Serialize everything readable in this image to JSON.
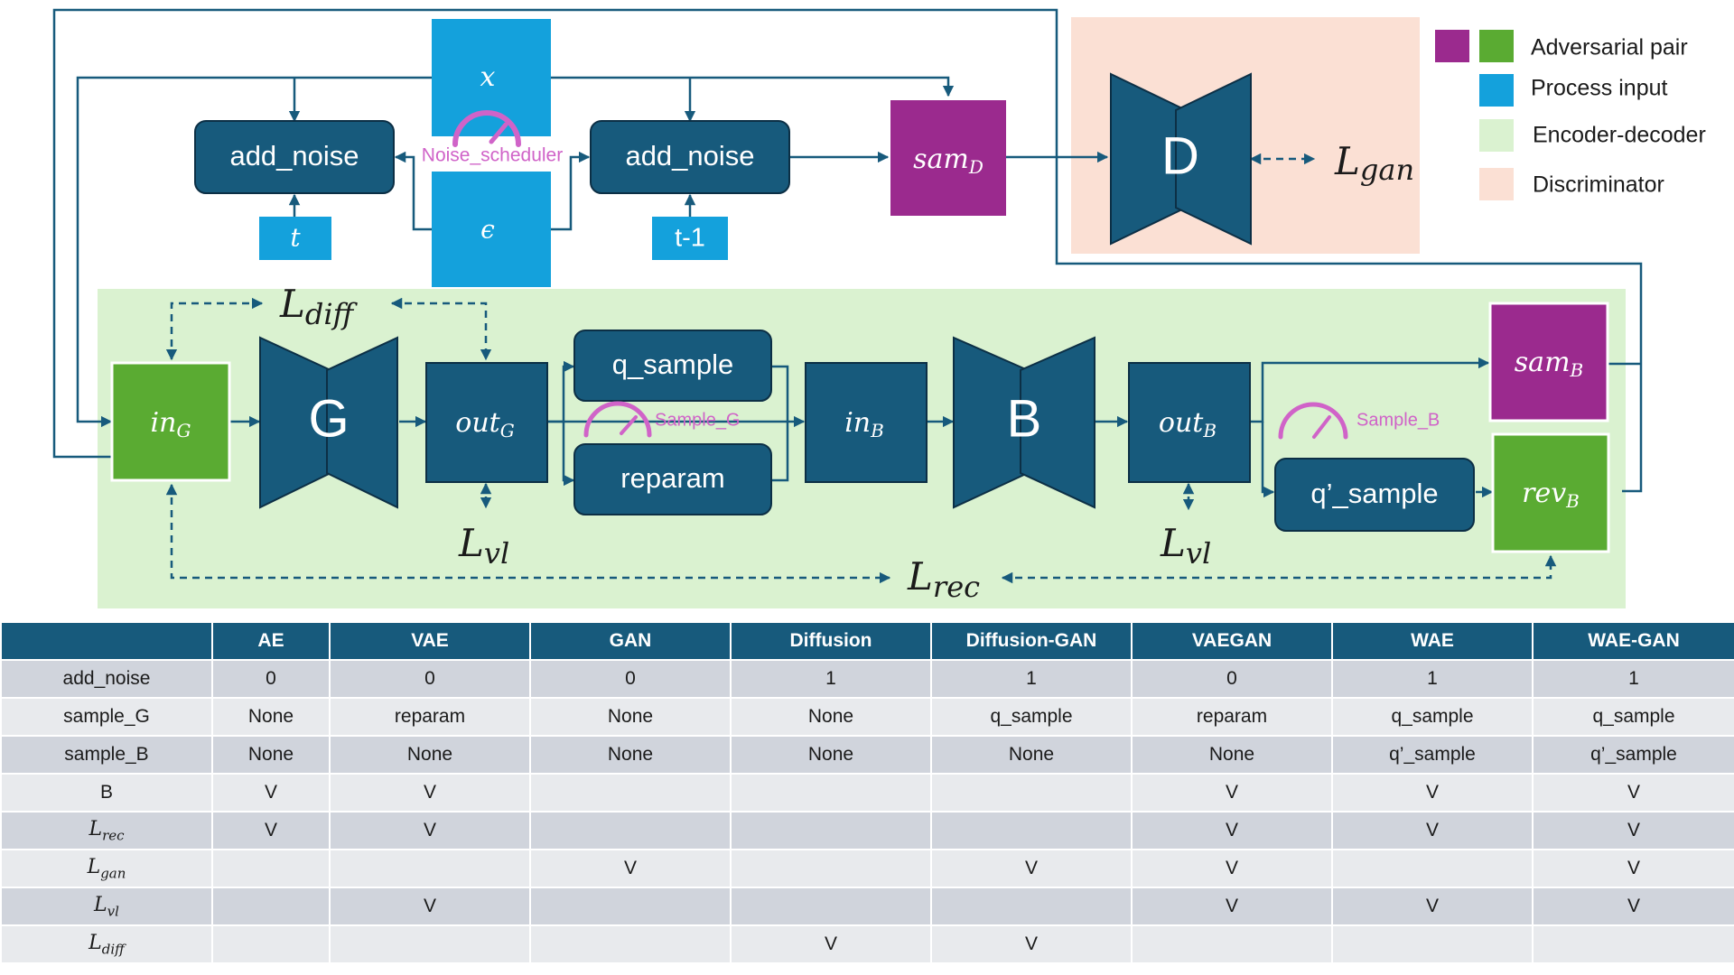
{
  "colors": {
    "node": "#175a7c",
    "process_input": "#14a1dc",
    "adversarial_purple": "#9b2a8e",
    "adversarial_green": "#5aab32",
    "encoder_decoder_bg": "#daf2d0",
    "discriminator_bg": "#fbe0d4",
    "scheduler": "#d063c8",
    "arrow": "#175a7c",
    "table_header": "#175a7c"
  },
  "icons": {
    "scheduler": "gauge-icon"
  },
  "legend": {
    "adversarial_pair": "Adversarial pair",
    "process_input": "Process input",
    "encoder_decoder": "Encoder-decoder",
    "discriminator": "Discriminator"
  },
  "diagram": {
    "x": "x",
    "epsilon": "ϵ",
    "noise_scheduler": "Noise_scheduler",
    "add_noise": "add_noise",
    "t": "t",
    "t_minus_1": "t-1",
    "sam_d": {
      "base": "sam",
      "sub": "D"
    },
    "d": "D",
    "l_gan": {
      "base": "L",
      "sub": "gan"
    },
    "l_diff": {
      "base": "L",
      "sub": "diff"
    },
    "in_g": {
      "base": "in",
      "sub": "G"
    },
    "g": "G",
    "out_g": {
      "base": "out",
      "sub": "G"
    },
    "q_sample": "q_sample",
    "reparam": "reparam",
    "sample_g": "Sample_G",
    "in_b": {
      "base": "in",
      "sub": "B"
    },
    "b": "B",
    "out_b": {
      "base": "out",
      "sub": "B"
    },
    "sample_b": "Sample_B",
    "q_prime_sample": "q’_sample",
    "sam_b": {
      "base": "sam",
      "sub": "B"
    },
    "rev_b": {
      "base": "rev",
      "sub": "B"
    },
    "l_vl": {
      "base": "L",
      "sub": "vl"
    },
    "l_rec": {
      "base": "L",
      "sub": "rec"
    }
  },
  "table": {
    "columns": [
      "",
      "AE",
      "VAE",
      "GAN",
      "Diffusion",
      "Diffusion-GAN",
      "VAEGAN",
      "WAE",
      "WAE-GAN"
    ],
    "rows": [
      {
        "label": "add_noise",
        "cells": [
          "0",
          "0",
          "0",
          "1",
          "1",
          "0",
          "1",
          "1"
        ]
      },
      {
        "label": "sample_G",
        "cells": [
          "None",
          "reparam",
          "None",
          "None",
          "q_sample",
          "reparam",
          "q_sample",
          "q_sample"
        ]
      },
      {
        "label": "sample_B",
        "cells": [
          "None",
          "None",
          "None",
          "None",
          "None",
          "None",
          "q’_sample",
          "q’_sample"
        ]
      },
      {
        "label": "B",
        "cells": [
          "V",
          "V",
          "",
          "",
          "",
          "V",
          "V",
          "V"
        ]
      },
      {
        "label": "L",
        "label_sub": "rec",
        "cells": [
          "V",
          "V",
          "",
          "",
          "",
          "V",
          "V",
          "V"
        ]
      },
      {
        "label": "L",
        "label_sub": "gan",
        "cells": [
          "",
          "",
          "V",
          "",
          "V",
          "V",
          "",
          "V"
        ]
      },
      {
        "label": "L",
        "label_sub": "vl",
        "cells": [
          "",
          "V",
          "",
          "",
          "",
          "V",
          "V",
          "V"
        ]
      },
      {
        "label": "L",
        "label_sub": "diff",
        "cells": [
          "",
          "",
          "",
          "V",
          "V",
          "",
          "",
          ""
        ]
      }
    ]
  }
}
